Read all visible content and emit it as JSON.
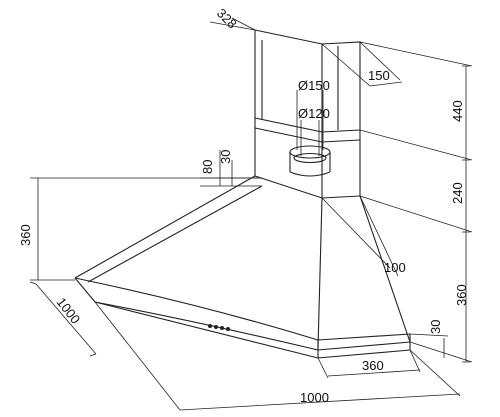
{
  "drawing": {
    "dims": {
      "chimney_depth": "328",
      "chimney_width": "150",
      "outer_diameter": "Ø150",
      "inner_diameter": "Ø120",
      "height_upper": "440",
      "height_mid": "240",
      "height_lower": "360",
      "left_offset_80": "80",
      "left_offset_30": "30",
      "left_height": "360",
      "left_depth": "1000",
      "corner_diag": "100",
      "front_width": "360",
      "front_thickness": "30",
      "total_width": "1000"
    }
  }
}
